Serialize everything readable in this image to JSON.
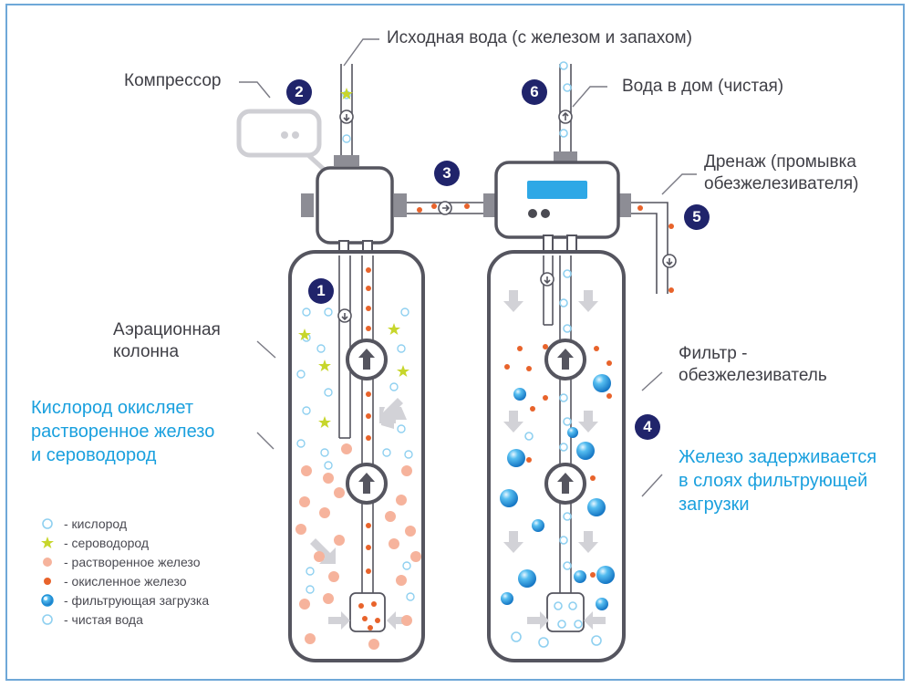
{
  "labels": {
    "source_water": "Исходная вода (с железом и запахом)",
    "compressor": "Компрессор",
    "house_water": "Вода в дом (чистая)",
    "drain_line1": "Дренаж (промывка",
    "drain_line2": "обезжелезивателя)",
    "aeration_line1": "Аэрационная",
    "aeration_line2": "колонна",
    "filter_line1": "Фильтр -",
    "filter_line2": "обезжелезиватель",
    "oxygen_line1": "Кислород окисляет",
    "oxygen_line2": "растворенное железо",
    "oxygen_line3": "и сероводород",
    "iron_line1": "Железо задерживается",
    "iron_line2": "в слоях фильтрующей",
    "iron_line3": "загрузки"
  },
  "badges": [
    "1",
    "2",
    "3",
    "4",
    "5",
    "6"
  ],
  "legend": [
    {
      "icon": "oxygen-icon",
      "label": "- кислород"
    },
    {
      "icon": "hydrogen-sulfide-icon",
      "label": "- сероводород"
    },
    {
      "icon": "dissolved-iron-icon",
      "label": "- растворенное железо"
    },
    {
      "icon": "oxidized-iron-icon",
      "label": "- окисленное железо"
    },
    {
      "icon": "filter-media-icon",
      "label": "- фильтрующая загрузка"
    },
    {
      "icon": "clean-water-icon",
      "label": "- чистая вода"
    }
  ],
  "colors": {
    "outline": "#55555f",
    "light_grey": "#cfcfd4",
    "blue_text": "#1aa0de",
    "badge": "#20246b",
    "oxidized_iron": "#e8632b",
    "dissolved_iron": "#f6b39c",
    "hydrogen_sulfide": "#c7d62c",
    "oxygen": "#8fd0f0",
    "filter_media": "#1e90d6",
    "display": "#2ea8e6",
    "frame": "#6fa8d8"
  }
}
